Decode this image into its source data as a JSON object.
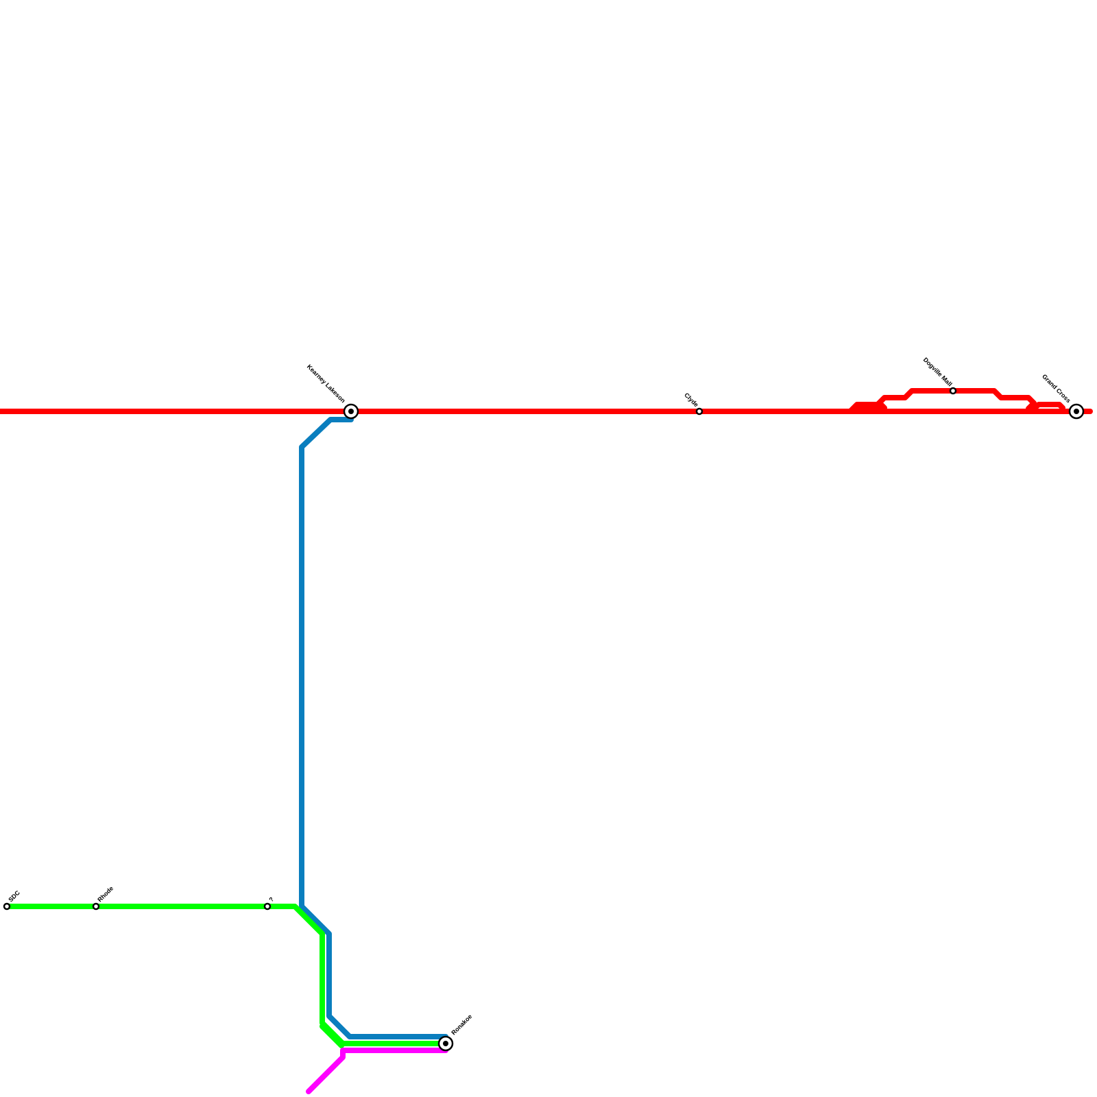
{
  "map": {
    "lines": [
      {
        "id": "red",
        "color": "#ff0000"
      },
      {
        "id": "blue",
        "color": "#0a7ebe"
      },
      {
        "id": "green",
        "color": "#00ff00"
      },
      {
        "id": "magenta",
        "color": "#ff00ff"
      }
    ],
    "stations": [
      {
        "id": "sdc",
        "label": "SDC",
        "type": "station"
      },
      {
        "id": "rhode",
        "label": "Rhode",
        "type": "station"
      },
      {
        "id": "unknown",
        "label": "?",
        "type": "station"
      },
      {
        "id": "kearney-lakeson",
        "label": "Kearney Lakeson",
        "type": "interchange"
      },
      {
        "id": "clyde",
        "label": "Clyde",
        "type": "station"
      },
      {
        "id": "dogville-mall",
        "label": "Dogville Mall",
        "type": "station"
      },
      {
        "id": "grand-cross",
        "label": "Grand Cross",
        "type": "interchange"
      },
      {
        "id": "ronakoe",
        "label": "Ronakoe",
        "type": "interchange"
      }
    ]
  }
}
